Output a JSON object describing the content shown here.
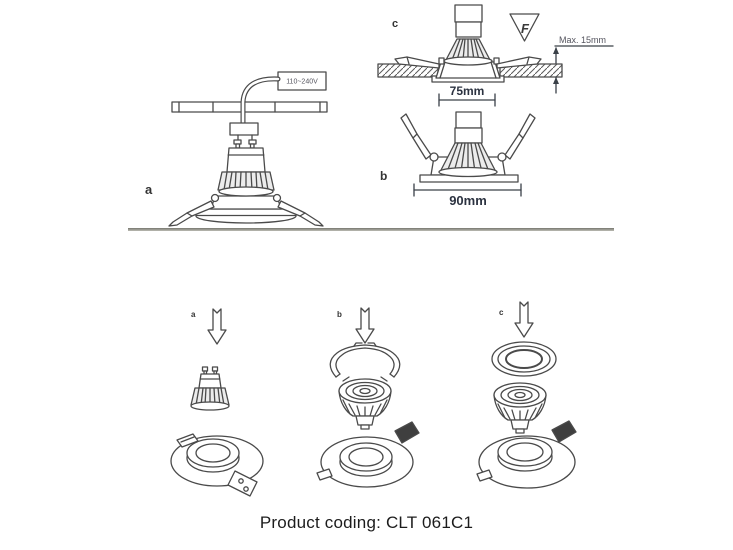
{
  "caption": "Product coding: CLT 061C1",
  "top_section": {
    "installed_view": {
      "label": "a",
      "driver_label": "110~240V"
    },
    "section_view": {
      "label": "c",
      "max_recess": "Max. 15mm",
      "cutout_dim": "75mm",
      "f_mark": "F"
    },
    "front_view": {
      "label": "b",
      "outer_dim": "90mm"
    }
  },
  "assembly_steps": [
    {
      "label": "a"
    },
    {
      "label": "b"
    },
    {
      "label": "c"
    }
  ],
  "colors": {
    "line": "#4a4a4a",
    "dim_text": "#2b3240",
    "tab_fill": "#3f3f3f",
    "divider": "#85857e",
    "caption_text": "#1c1c1c"
  }
}
